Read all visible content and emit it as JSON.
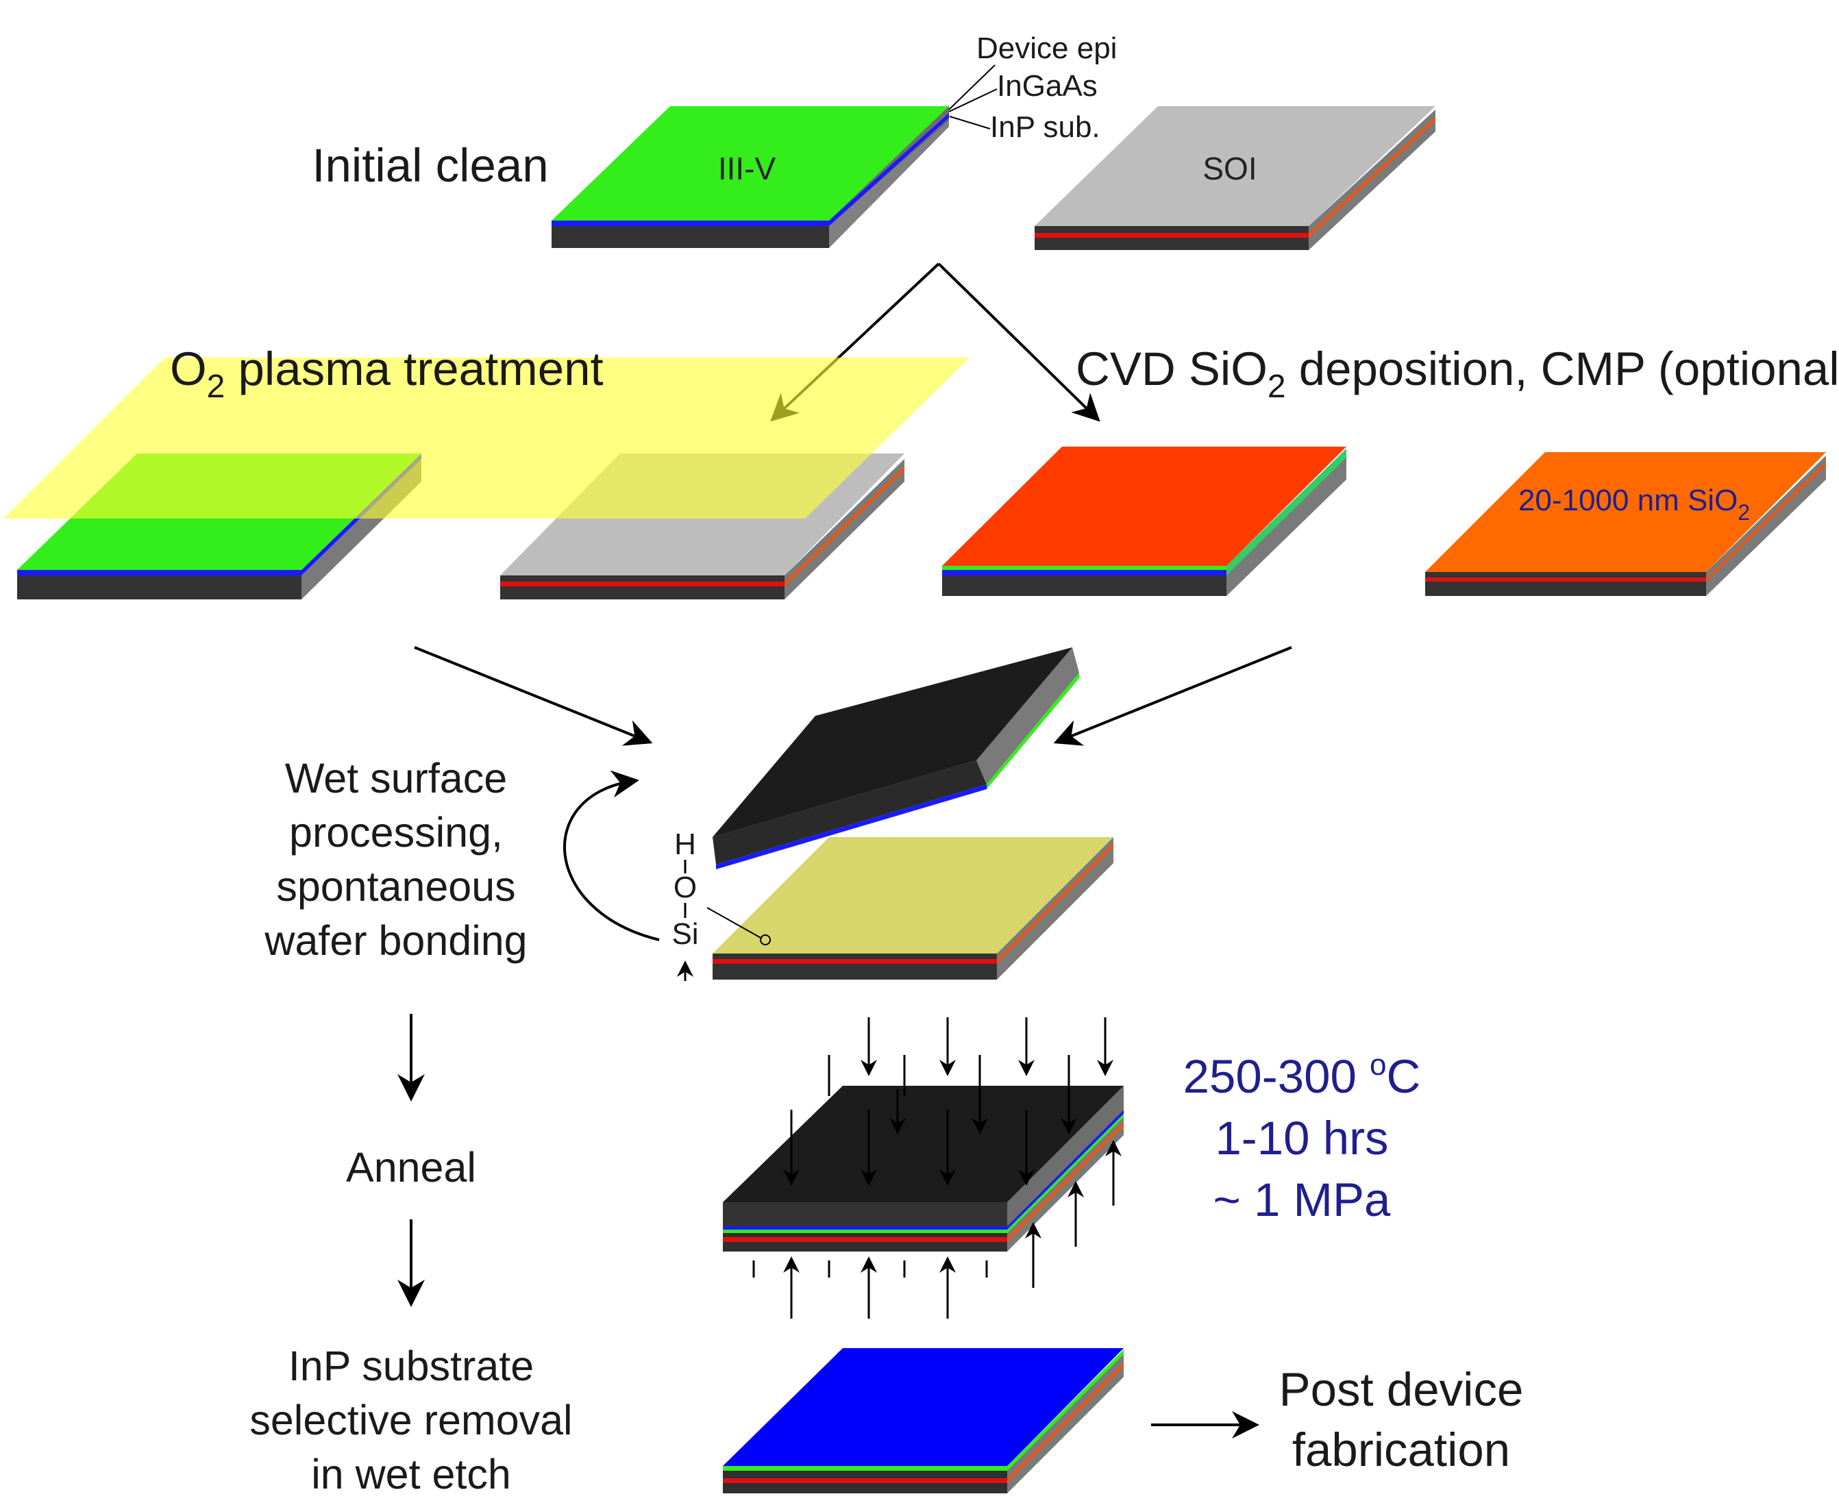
{
  "colors": {
    "iii_v": "#33ee1a",
    "soi": "#bdbdbd",
    "oxide_red": "#ff3b00",
    "oxide_orange": "#ff6a00",
    "plasma": "#ffff33",
    "bonded_top": "#1c1c1c",
    "after_removal": "#0000ff",
    "condition_text": "#1f1f8f",
    "substrate": "#333333"
  },
  "steps": {
    "initial_clean": "Initial clean",
    "plasma": {
      "main": "O",
      "sub": "2",
      "rest": " plasma treatment"
    },
    "cvd": {
      "a": "CVD SiO",
      "sub": "2",
      "b": " deposition, CMP (optional)"
    },
    "wet": [
      "Wet surface",
      "processing,",
      "spontaneous",
      "wafer bonding"
    ],
    "anneal": "Anneal",
    "removal": [
      "InP substrate",
      "selective removal",
      "in wet etch"
    ],
    "post": [
      "Post device",
      "fabrication"
    ]
  },
  "wafers": {
    "iii_v_label": "III-V",
    "soi_label": "SOI",
    "oxide_label": {
      "a": "20-1000 nm SiO",
      "sub": "2"
    }
  },
  "layers": {
    "device_epi": "Device epi",
    "ingaas": "InGaAs",
    "inp_sub": "InP sub."
  },
  "chemistry": {
    "h": "H",
    "o": "O",
    "si": "Si"
  },
  "conditions": {
    "temp": {
      "value": "250-300 ",
      "sup": "o",
      "unit": "C"
    },
    "time": "1-10 hrs",
    "pressure": "~ 1 MPa"
  }
}
